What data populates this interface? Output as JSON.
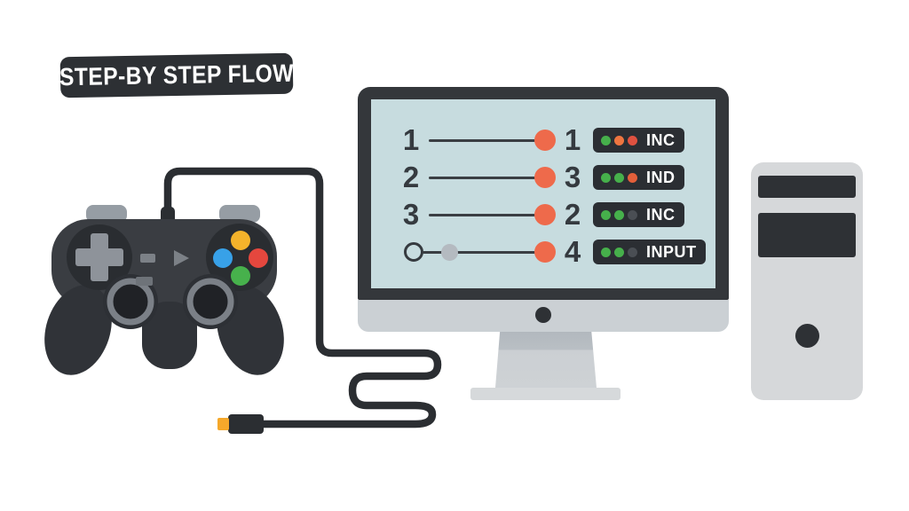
{
  "title": {
    "label": "STEP-BY STEP FLOW"
  },
  "monitor": {
    "screen": {
      "rows": [
        {
          "left_label": "1",
          "right_label": "1",
          "start_marker": "number",
          "badge": {
            "label": "INC",
            "dot_colors": [
              "#46b04b",
              "#ef7540",
              "#df5140"
            ]
          }
        },
        {
          "left_label": "2",
          "right_label": "3",
          "start_marker": "number",
          "badge": {
            "label": "IND",
            "dot_colors": [
              "#46b04b",
              "#46b04b",
              "#e45f3a"
            ]
          }
        },
        {
          "left_label": "3",
          "right_label": "2",
          "start_marker": "number",
          "badge": {
            "label": "INC",
            "dot_colors": [
              "#46b04b",
              "#46b04b",
              "#4a4e54"
            ]
          }
        },
        {
          "right_label": "4",
          "start_marker": "open-circle-with-gray-dot",
          "badge": {
            "label": "INPUT",
            "dot_colors": [
              "#46b04b",
              "#46b04b",
              "#4a4e54"
            ]
          }
        }
      ]
    }
  },
  "colors": {
    "background": "#ffffff",
    "dark": "#2e3135",
    "screen_bg": "#c7dcdf",
    "accent_orange": "#ee6a4b",
    "green": "#46b04b",
    "gray_dot": "#b4bac0",
    "usb_tip_orange": "#f5a82b"
  },
  "icons": {
    "endpoint-dot": "filled-orange-circle",
    "open-circle-icon": "outlined-circle",
    "gray-dot-icon": "filled-gray-circle",
    "status-dot": "filled-circle",
    "camera-dot-icon": "filled-dark-circle",
    "power-button-icon": "filled-dark-circle",
    "dpad-icon": "gray-cross",
    "start-button-icon": "right-triangle",
    "usb-connector-icon": "plug-with-orange-tip"
  }
}
